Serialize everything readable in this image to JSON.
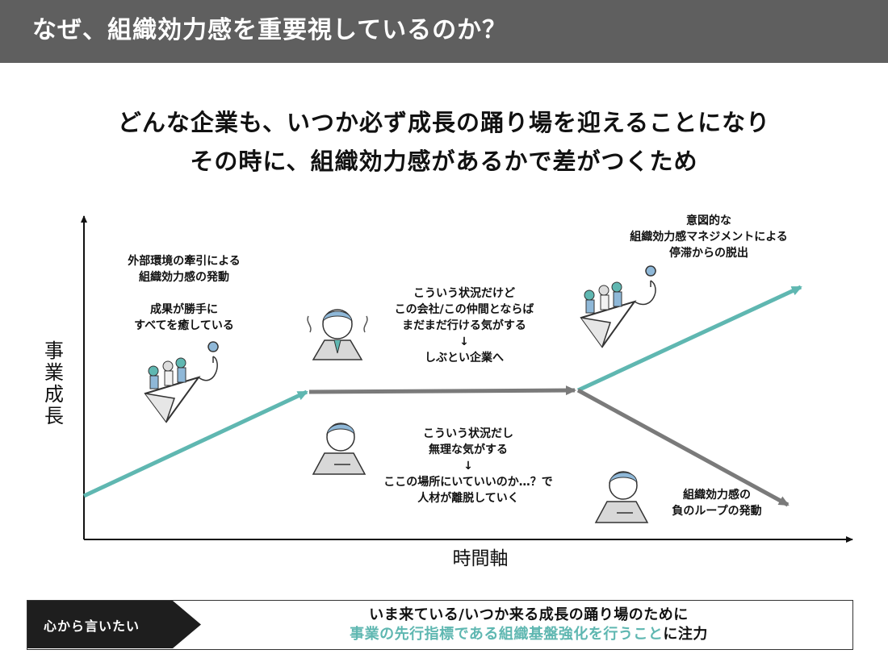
{
  "header": {
    "title": "なぜ、組織効力感を重要視しているのか？"
  },
  "headline": {
    "line1": "どんな企業も、いつか必ず成長の踊り場を迎えることになり",
    "line2": "その時に、組織効力感があるかで差がつくため"
  },
  "axes": {
    "y_label": "事業成長",
    "x_label": "時間軸"
  },
  "notes": {
    "left_top": [
      "外部環境の牽引による",
      "組織効力感の発動"
    ],
    "left_mid": [
      "成果が勝手に",
      "すべてを癒している"
    ],
    "center_top": [
      "こういう状況だけど",
      "この会社/この仲間とならば",
      "まだまだ行ける気がする",
      "↓",
      "しぶとい企業へ"
    ],
    "center_bottom": [
      "こういう状況だし",
      "無理な気がする",
      "↓",
      "ここの場所にいていいのか…？で",
      "人材が離脱していく"
    ],
    "right_top": [
      "意図的な",
      "組織効力感マネジメントによる",
      "停滞からの脱出"
    ],
    "right_bottom": [
      "組織効力感の",
      "負のループの発動"
    ]
  },
  "bottom": {
    "tag": "心から言いたい",
    "line1": "いま来ている/いつか来る成長の踊り場のために",
    "line2_highlight": "事業の先行指標である組織基盤強化を行うこと",
    "line2_rest": "に注力"
  },
  "colors": {
    "teal": "#5fb7b1",
    "gray": "#7a7a7a",
    "header_bg": "#5f5f5f",
    "tag_bg": "#1e1e1e"
  },
  "icons": [
    "team-paper-plane-icon",
    "thinking-businessman-icon",
    "worried-businessman-icon"
  ]
}
